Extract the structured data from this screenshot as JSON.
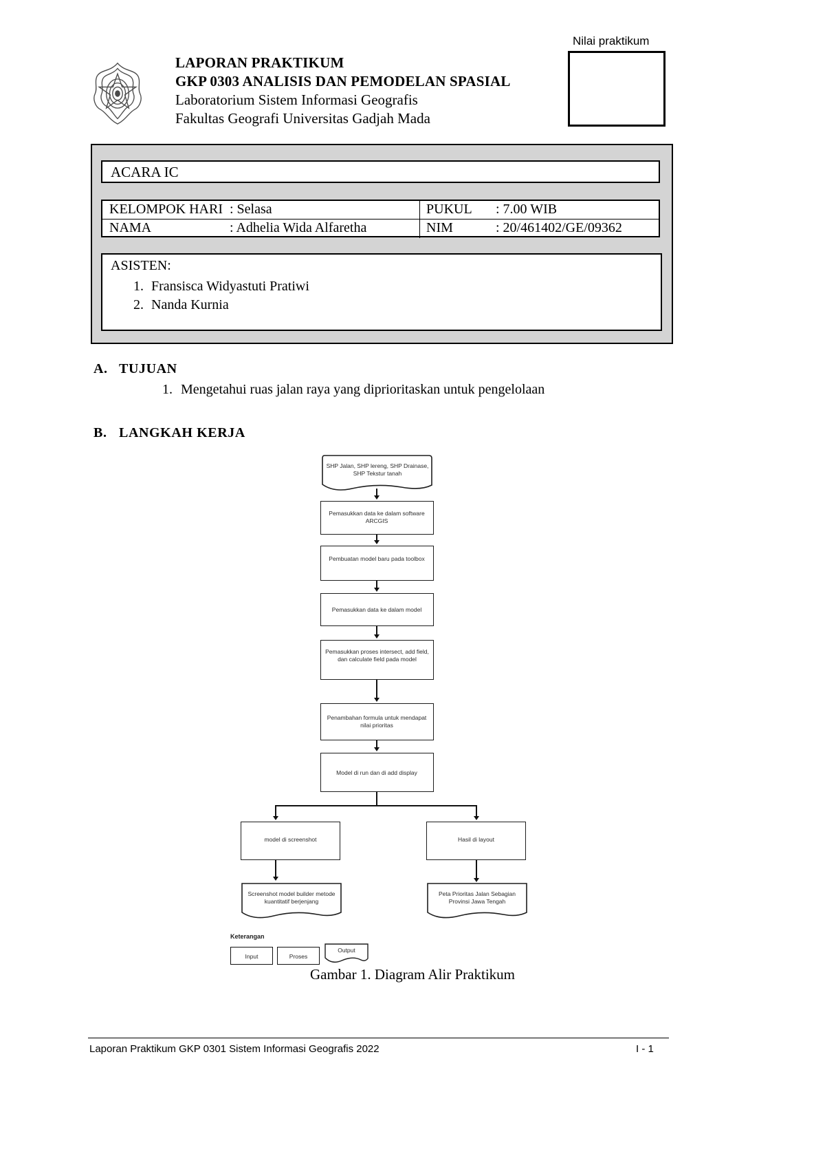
{
  "header": {
    "title_line1": "LAPORAN PRAKTIKUM",
    "title_line2": "GKP 0303 ANALISIS DAN PEMODELAN SPASIAL",
    "title_line3": "Laboratorium Sistem Informasi Geografis",
    "title_line4": "Fakultas Geografi Universitas Gadjah Mada",
    "nilai_label": "Nilai praktikum",
    "logo_alt": "ugm-logo-icon"
  },
  "identity": {
    "acara": "ACARA IC",
    "kelompok_label": "KELOMPOK HARI",
    "kelompok_value": ": Selasa",
    "pukul_label": "PUKUL",
    "pukul_value": ": 7.00 WIB",
    "nama_label": "NAMA",
    "nama_value": ": Adhelia Wida Alfaretha",
    "nim_label": "NIM",
    "nim_value": ": 20/461402/GE/09362",
    "asisten_title": "ASISTEN:",
    "asisten": [
      {
        "num": "1.",
        "name": "Fransisca Widyastuti Pratiwi"
      },
      {
        "num": "2.",
        "name": "Nanda Kurnia"
      }
    ]
  },
  "sections": {
    "a_letter": "A.",
    "a_title": "TUJUAN",
    "a_items": [
      {
        "num": "1.",
        "text": "Mengetahui ruas jalan raya yang diprioritaskan untuk pengelolaan"
      }
    ],
    "b_letter": "B.",
    "b_title": "LANGKAH KERJA"
  },
  "flowchart": {
    "caption": "Gambar 1. Diagram Alir Praktikum",
    "nodes": [
      {
        "id": "n1",
        "type": "input",
        "text": "SHP Jalan, SHP lereng, SHP Drainase, SHP Tekstur tanah"
      },
      {
        "id": "n2",
        "type": "process",
        "text": "Pemasukkan data ke dalam software ARCGIS"
      },
      {
        "id": "n3",
        "type": "process",
        "text": "Pembuatan model baru pada toolbox"
      },
      {
        "id": "n4",
        "type": "process",
        "text": "Pemasukkan data ke dalam model"
      },
      {
        "id": "n5",
        "type": "process",
        "text": "Pemasukkan proses intersect, add field, dan calculate field pada model"
      },
      {
        "id": "n6",
        "type": "process",
        "text": "Penambahan formula untuk mendapat nilai prioritas"
      },
      {
        "id": "n7",
        "type": "process",
        "text": "Model di run dan di add display"
      },
      {
        "id": "n8",
        "type": "process",
        "text": "model di screenshot"
      },
      {
        "id": "n9",
        "type": "process",
        "text": "Hasil di layout"
      },
      {
        "id": "n10",
        "type": "output",
        "text": "Screenshot model builder metode kuantitatif berjenjang"
      },
      {
        "id": "n11",
        "type": "output",
        "text": "Peta Prioritas Jalan Sebagian Provinsi Jawa Tengah"
      }
    ],
    "legend": {
      "title": "Keterangan",
      "items": [
        {
          "label": "Input",
          "type": "input"
        },
        {
          "label": "Proses",
          "type": "process"
        },
        {
          "label": "Output",
          "type": "output"
        }
      ]
    }
  },
  "footer": {
    "left": "Laporan Praktikum GKP 0301 Sistem Informasi Geografis 2022",
    "right": "I - 1"
  }
}
